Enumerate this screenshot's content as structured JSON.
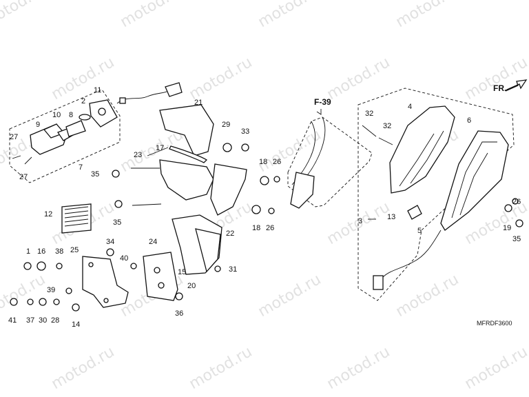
{
  "diagram": {
    "title_code": "MFRDF3600",
    "front_marker": "FR.",
    "ref_label": "F-39",
    "watermark": "motod.ru",
    "callouts": [
      {
        "id": "c1",
        "text": "1"
      },
      {
        "id": "c2",
        "text": "2"
      },
      {
        "id": "c3",
        "text": "3"
      },
      {
        "id": "c4",
        "text": "4"
      },
      {
        "id": "c5",
        "text": "5"
      },
      {
        "id": "c6",
        "text": "6"
      },
      {
        "id": "c7",
        "text": "7"
      },
      {
        "id": "c8",
        "text": "8"
      },
      {
        "id": "c9",
        "text": "9"
      },
      {
        "id": "c10",
        "text": "10"
      },
      {
        "id": "c11",
        "text": "11"
      },
      {
        "id": "c12",
        "text": "12"
      },
      {
        "id": "c13",
        "text": "13"
      },
      {
        "id": "c14",
        "text": "14"
      },
      {
        "id": "c15",
        "text": "15"
      },
      {
        "id": "c16",
        "text": "16"
      },
      {
        "id": "c17",
        "text": "17"
      },
      {
        "id": "c18a",
        "text": "18"
      },
      {
        "id": "c18b",
        "text": "18"
      },
      {
        "id": "c19",
        "text": "19"
      },
      {
        "id": "c20",
        "text": "20"
      },
      {
        "id": "c21",
        "text": "21"
      },
      {
        "id": "c22",
        "text": "22"
      },
      {
        "id": "c23",
        "text": "23"
      },
      {
        "id": "c24",
        "text": "24"
      },
      {
        "id": "c25",
        "text": "25"
      },
      {
        "id": "c26a",
        "text": "26"
      },
      {
        "id": "c26b",
        "text": "26"
      },
      {
        "id": "c26c",
        "text": "26"
      },
      {
        "id": "c27a",
        "text": "27"
      },
      {
        "id": "c27b",
        "text": "27"
      },
      {
        "id": "c28",
        "text": "28"
      },
      {
        "id": "c29",
        "text": "29"
      },
      {
        "id": "c30",
        "text": "30"
      },
      {
        "id": "c31",
        "text": "31"
      },
      {
        "id": "c32a",
        "text": "32"
      },
      {
        "id": "c32b",
        "text": "32"
      },
      {
        "id": "c33",
        "text": "33"
      },
      {
        "id": "c34",
        "text": "34"
      },
      {
        "id": "c35a",
        "text": "35"
      },
      {
        "id": "c35b",
        "text": "35"
      },
      {
        "id": "c35c",
        "text": "35"
      },
      {
        "id": "c36",
        "text": "36"
      },
      {
        "id": "c37",
        "text": "37"
      },
      {
        "id": "c38",
        "text": "38"
      },
      {
        "id": "c39",
        "text": "39"
      },
      {
        "id": "c40",
        "text": "40"
      },
      {
        "id": "c41",
        "text": "41"
      }
    ]
  }
}
